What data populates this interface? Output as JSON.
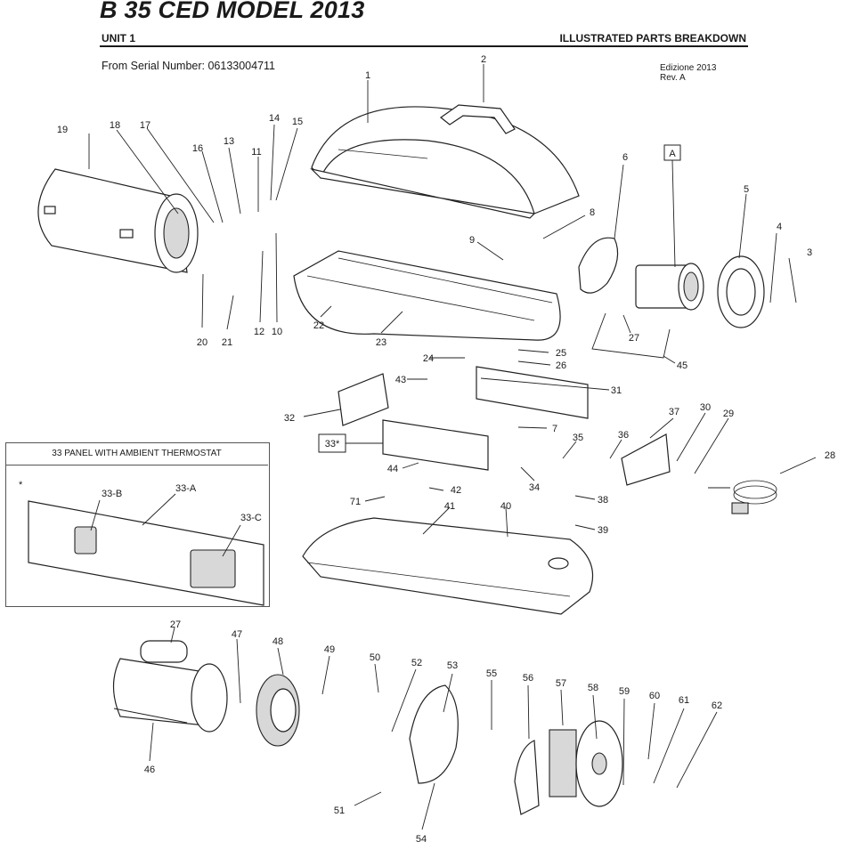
{
  "header": {
    "title": "B 35 CED MODEL 2013",
    "unit": "UNIT 1",
    "section": "ILLUSTRATED PARTS BREAKDOWN",
    "serial": "From Serial Number: 06133004711",
    "edition_line1": "Edizione 2013",
    "edition_line2": "Rev. A"
  },
  "inset": {
    "title": "33 PANEL WITH AMBIENT THERMOSTAT",
    "marker": "*",
    "callouts": [
      "33-A",
      "33-B",
      "33-C"
    ]
  },
  "boxed_callouts": [
    "A",
    "33*"
  ],
  "callouts": [
    "1",
    "2",
    "3",
    "4",
    "5",
    "6",
    "7",
    "8",
    "9",
    "10",
    "11",
    "12",
    "13",
    "14",
    "15",
    "16",
    "17",
    "18",
    "19",
    "20",
    "21",
    "22",
    "23",
    "24",
    "25",
    "26",
    "27",
    "28",
    "29",
    "30",
    "31",
    "32",
    "34",
    "35",
    "36",
    "37",
    "38",
    "39",
    "40",
    "41",
    "42",
    "43",
    "44",
    "45",
    "46",
    "47",
    "48",
    "49",
    "50",
    "51",
    "52",
    "53",
    "54",
    "55",
    "56",
    "57",
    "58",
    "59",
    "60",
    "61",
    "62",
    "71"
  ],
  "callouts_lower": [
    "27"
  ]
}
